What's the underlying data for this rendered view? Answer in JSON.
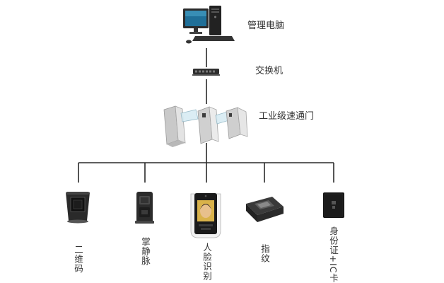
{
  "nodes": {
    "computer": "管理电脑",
    "switch": "交换机",
    "gate": "工业级速通门"
  },
  "devices": [
    {
      "label": "二维码",
      "icon": "qr-scanner-icon"
    },
    {
      "label": "掌静脉",
      "icon": "palm-vein-icon"
    },
    {
      "label": "人脸识别",
      "icon": "face-recognition-icon"
    },
    {
      "label": "指纹",
      "icon": "fingerprint-icon"
    },
    {
      "label": "身份证+IC卡",
      "icon": "id-ic-card-reader-icon"
    }
  ]
}
